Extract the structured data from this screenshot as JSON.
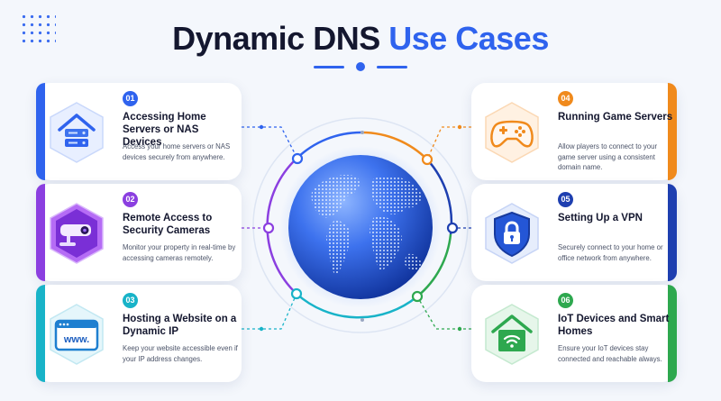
{
  "header": {
    "title_main": "Dynamic DNS",
    "title_accent": "Use Cases"
  },
  "colors": {
    "blue": "#2f63ee",
    "purple": "#8b3fe0",
    "teal": "#18b3c8",
    "orange": "#f08a1c",
    "navy": "#1e3fb0",
    "green": "#2ea84f"
  },
  "cards": [
    {
      "num": "01",
      "title": "Accessing Home Servers or NAS Devices",
      "desc": "Access your home servers or NAS devices securely from anywhere.",
      "icon": "home-server-icon"
    },
    {
      "num": "02",
      "title": "Remote Access to Security Cameras",
      "desc": "Monitor your property in real-time by accessing cameras remotely.",
      "icon": "security-camera-icon"
    },
    {
      "num": "03",
      "title": "Hosting a Website on a Dynamic IP",
      "desc": "Keep your website accessible even if your IP address changes.",
      "icon": "www-browser-icon"
    },
    {
      "num": "04",
      "title": "Running Game Servers",
      "desc": "Allow players to connect to your game server using a consistent domain name.",
      "icon": "gamepad-icon"
    },
    {
      "num": "05",
      "title": "Setting Up a VPN",
      "desc": "Securely connect to your home or office network from anywhere.",
      "icon": "shield-lock-icon"
    },
    {
      "num": "06",
      "title": "IoT Devices and Smart Homes",
      "desc": "Ensure your IoT devices stay connected and reachable always.",
      "icon": "smart-home-icon"
    }
  ]
}
